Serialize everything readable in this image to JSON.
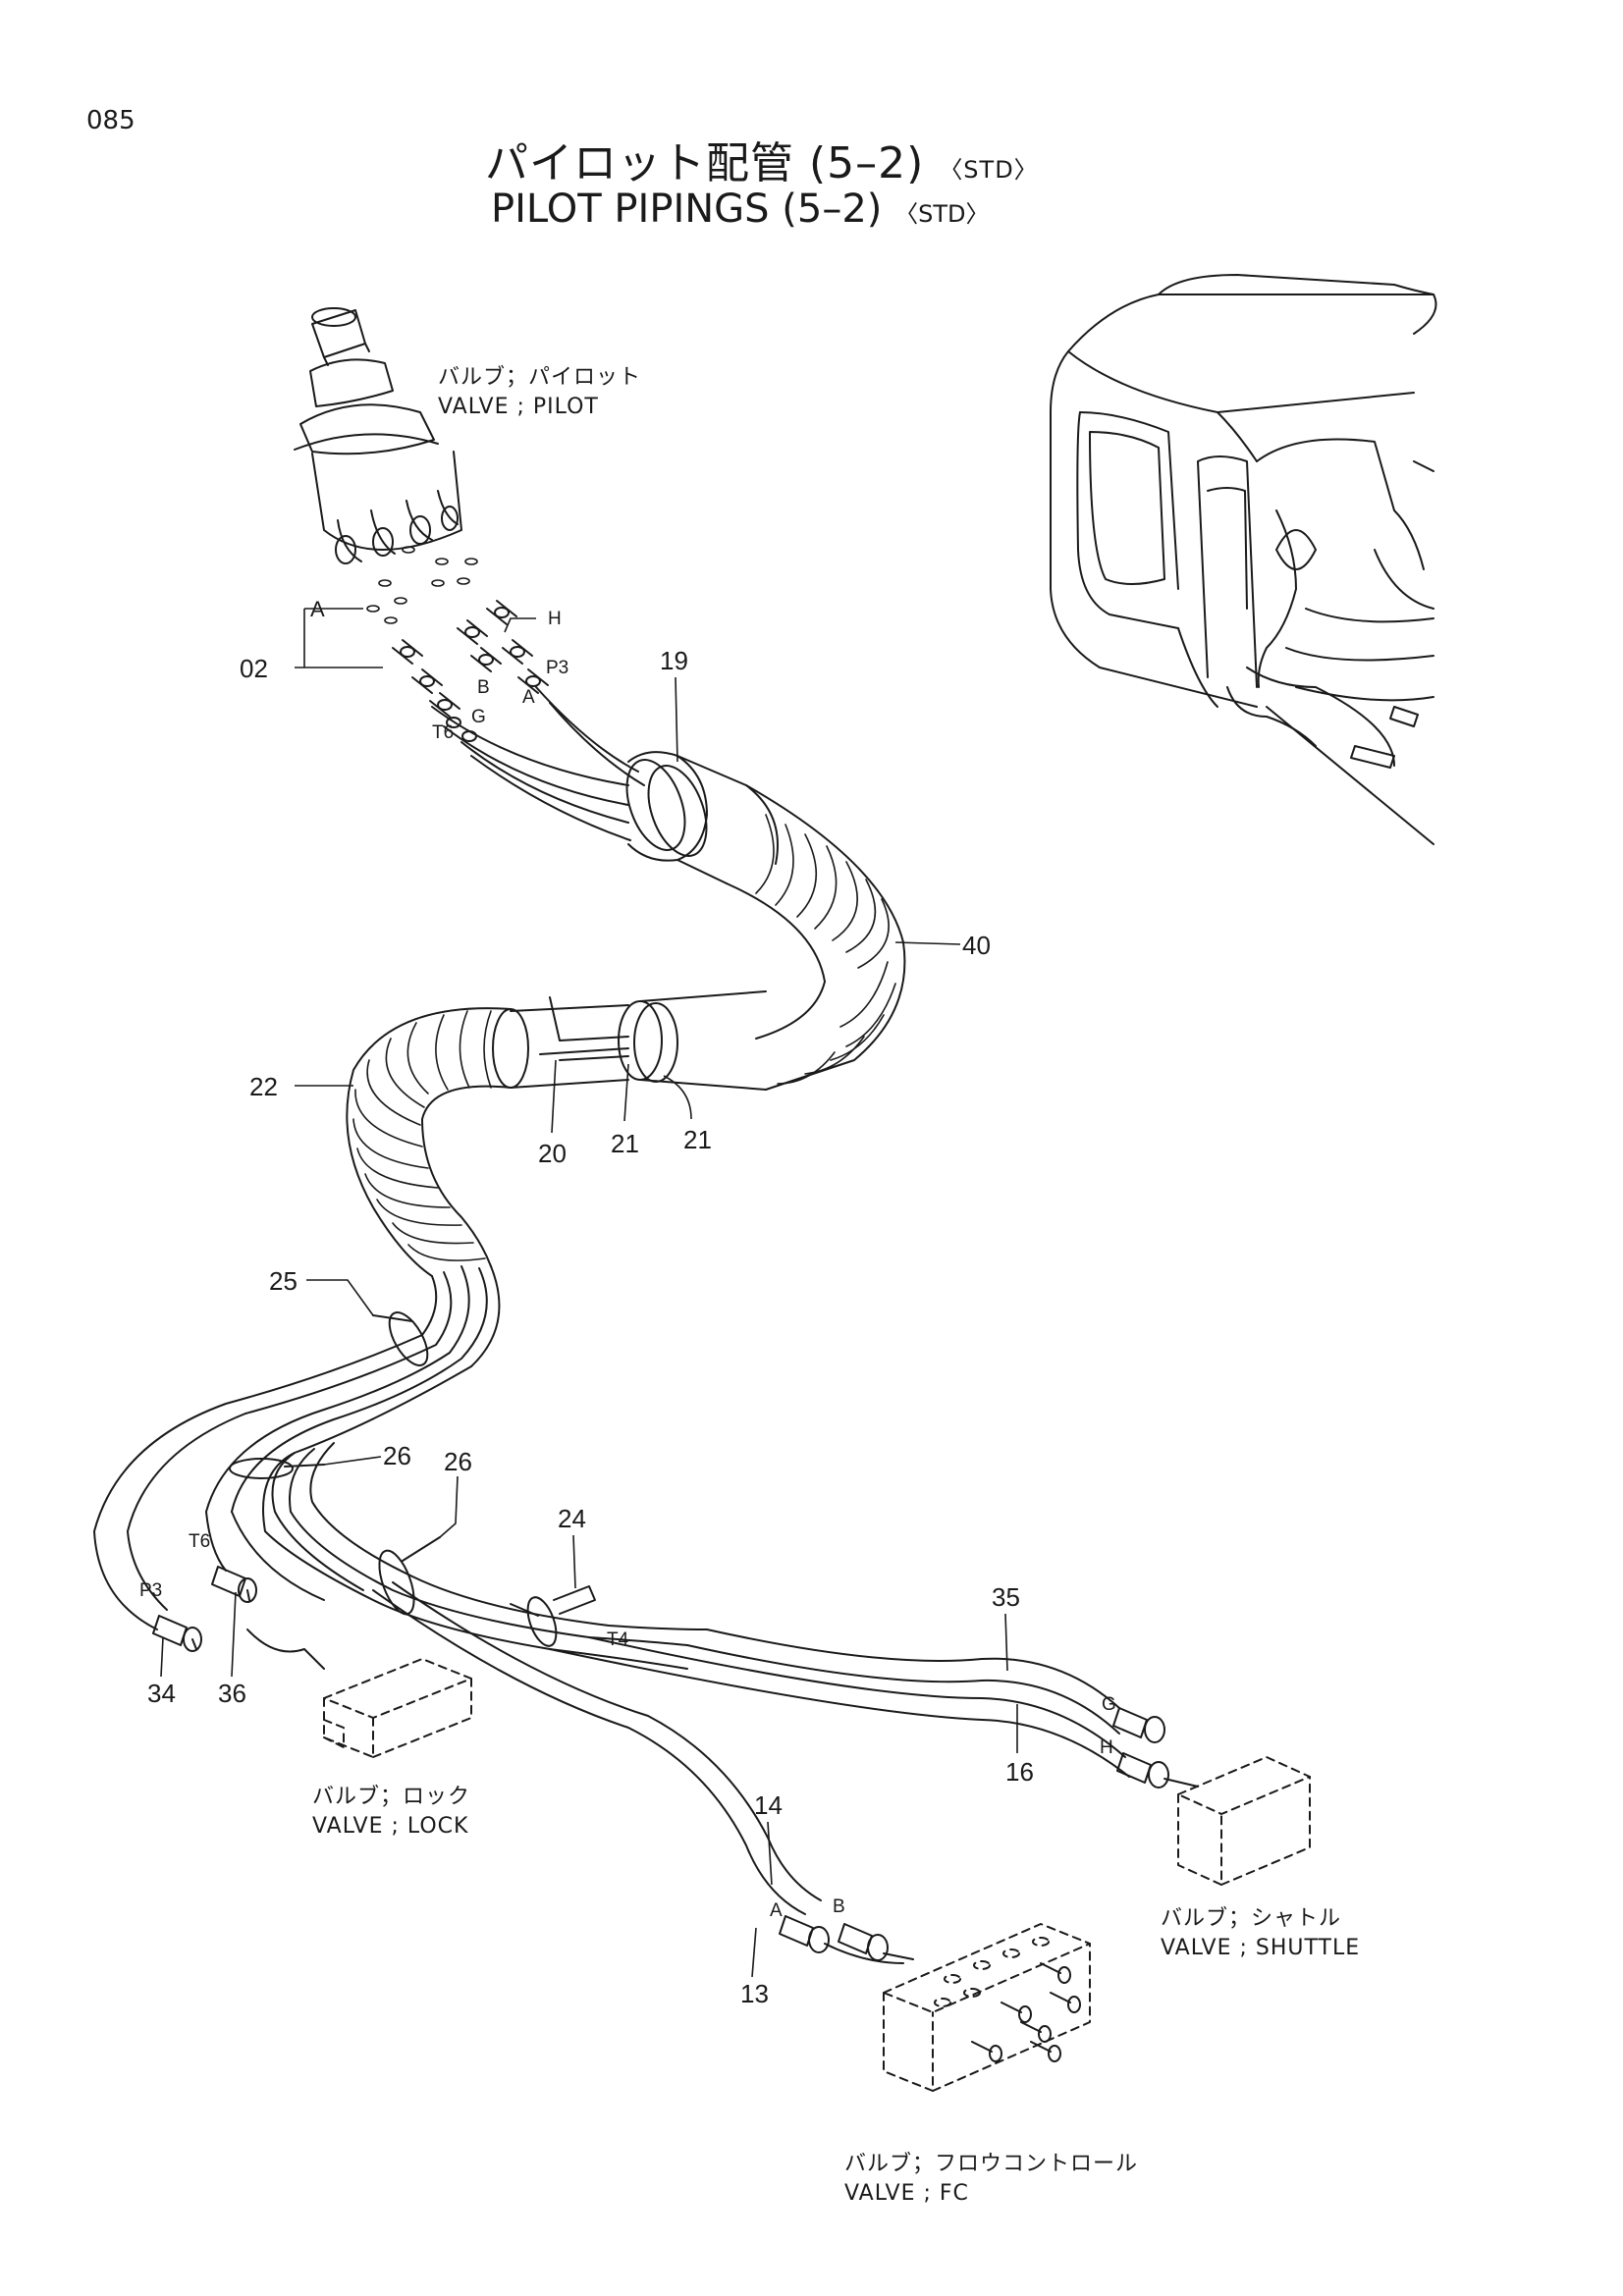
{
  "page_number": "085",
  "title": {
    "jp": "パイロット配管 (5–2)",
    "en": "PILOT PIPINGS  (5–2)",
    "tag": "〈STD〉"
  },
  "components": [
    {
      "id": "pilot",
      "jp": "バルブ；パイロット",
      "en": "VALVE ; PILOT"
    },
    {
      "id": "lock",
      "jp": "バルブ；ロック",
      "en": "VALVE ; LOCK"
    },
    {
      "id": "shuttle",
      "jp": "バルブ；シャトル",
      "en": "VALVE ; SHUTTLE"
    },
    {
      "id": "fc",
      "jp": "バルブ；フロウコントロール",
      "en": "VALVE ; FC"
    }
  ],
  "part_numbers": [
    "02",
    "19",
    "40",
    "22",
    "20",
    "21",
    "21",
    "25",
    "26",
    "26",
    "24",
    "35",
    "16",
    "14",
    "13",
    "34",
    "36"
  ],
  "port_labels": [
    "A",
    "H",
    "P3",
    "B",
    "A",
    "G",
    "T6",
    "T6",
    "P3",
    "T4",
    "G",
    "H",
    "A",
    "B"
  ],
  "colors": {
    "line": "#1a1a1a",
    "background": "#ffffff"
  }
}
